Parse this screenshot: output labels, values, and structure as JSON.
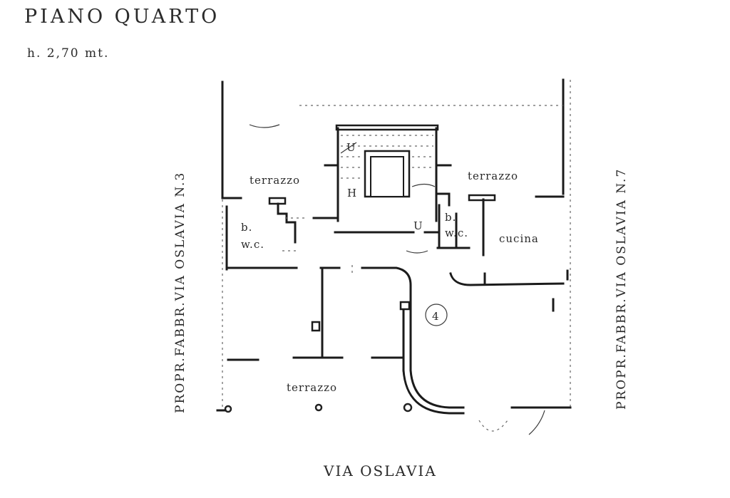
{
  "header": {
    "title": "PIANO QUARTO",
    "height": "h. 2,70 mt."
  },
  "plan": {
    "rooms": {
      "terrazzo_left": "terrazzo",
      "terrazzo_right": "terrazzo",
      "terrazzo_bottom": "terrazzo",
      "bwc_left_b": "b.",
      "bwc_left_wc": "w.c.",
      "bwc_right_b": "b.",
      "bwc_right_wc": "w.c.",
      "cucina": "cucina"
    },
    "unit_number": "4",
    "stair_marks": [
      "U",
      "H",
      "U"
    ],
    "left_side": "PROPR.FABBR.VIA OSLAVIA N.3",
    "right_side": "PROPR.FABBR.VIA OSLAVIA N.7",
    "street": "VIA OSLAVIA"
  }
}
